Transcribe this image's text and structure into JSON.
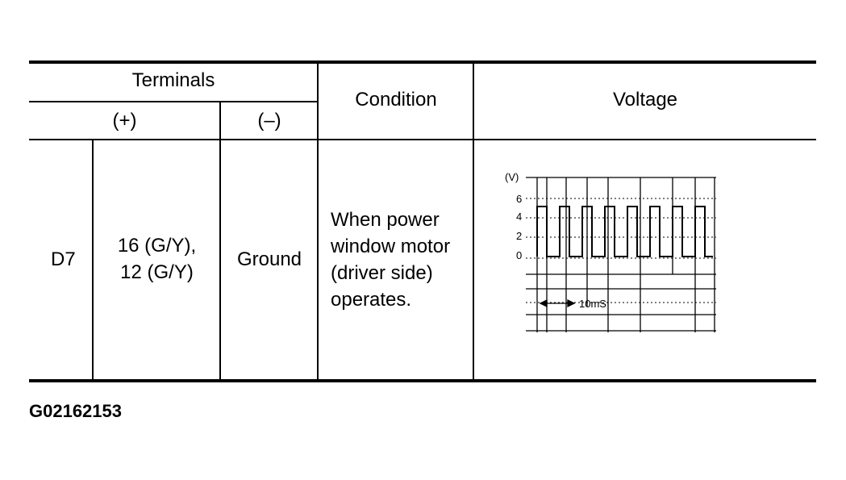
{
  "header": {
    "terminals": "Terminals",
    "plus": "(+)",
    "minus": "(–)",
    "condition": "Condition",
    "voltage": "Voltage"
  },
  "row": {
    "terminal_id": "D7",
    "plus_line1": "16 (G/Y),",
    "plus_line2": "12 (G/Y)",
    "minus": "Ground",
    "condition_lines": [
      "When power",
      "window motor",
      "(driver side)",
      "operates."
    ]
  },
  "scope": {
    "unit": "(V)",
    "y_ticks": [
      "6",
      "4",
      "2",
      "0"
    ],
    "time_label": "10mS"
  },
  "figure_id": "G02162153"
}
